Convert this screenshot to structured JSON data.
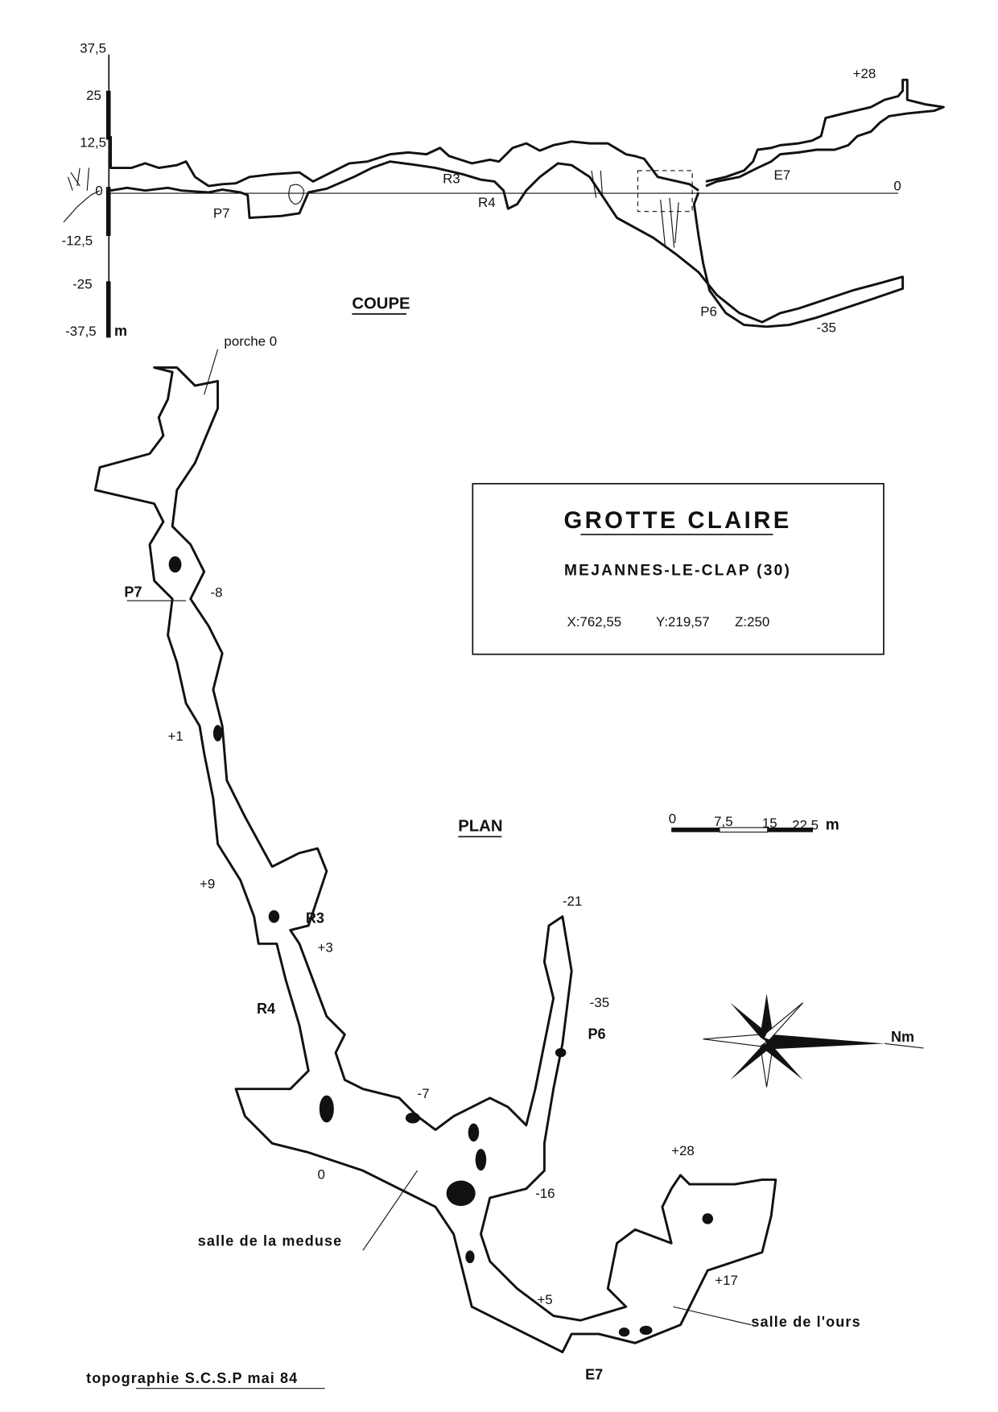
{
  "title": "GROTTE CLAIRE",
  "commune": "MEJANNES-LE-CLAP (30)",
  "coordinates": {
    "x": "X:762,55",
    "y": "Y:219,57",
    "z": "Z:250"
  },
  "credit": "topographie S.C.S.P mai 84",
  "coupe": {
    "heading": "COUPE",
    "axis_ticks": [
      "37,5",
      "25",
      "12,5",
      "0",
      "-12,5",
      "-25",
      "-37,5"
    ],
    "axis_unit": "m",
    "labels": {
      "p7": "P7",
      "r3": "R3",
      "r4": "R4",
      "e7": "E7",
      "zero": "0",
      "plus28": "+28",
      "p6": "P6",
      "minus35": "-35"
    }
  },
  "plan": {
    "heading": "PLAN",
    "scale_ticks": [
      "0",
      "7,5",
      "15",
      "22,5"
    ],
    "scale_unit": "m",
    "north": "Nm",
    "labels": {
      "porche": "porche 0",
      "p7": "P7",
      "m8": "-8",
      "p1": "+1",
      "p9": "+9",
      "r3": "R3",
      "p3": "+3",
      "r4": "R4",
      "m21": "-21",
      "m35": "-35",
      "p6": "P6",
      "m7": "-7",
      "zero": "0",
      "m16": "-16",
      "meduse": "salle de la meduse",
      "p28": "+28",
      "p17": "+17",
      "ours": "salle de l'ours",
      "p5": "+5",
      "e7": "E7"
    }
  }
}
